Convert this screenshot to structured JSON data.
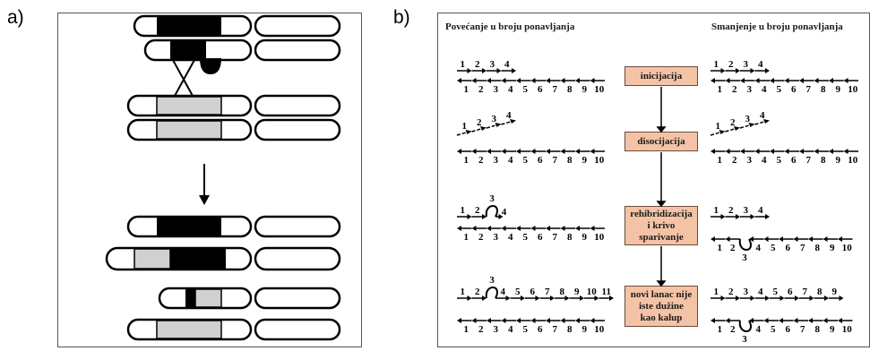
{
  "panel_a": {
    "label": "a)"
  },
  "panel_b": {
    "label": "b)",
    "left_title": "Povećanje u broju ponavljanja",
    "right_title": "Smanjenje u broju ponavljanja",
    "steps": [
      "inicijacija",
      "disocijacija",
      "rehibridizacija\ni krivo\nsparivanje",
      "novi lanac nije\niste dužine\nkao kalup"
    ],
    "template_numbers": [
      "1",
      "2",
      "3",
      "4",
      "5",
      "6",
      "7",
      "8",
      "9",
      "10"
    ],
    "left_rows": [
      {
        "top": [
          "1",
          "2",
          "3",
          "4"
        ],
        "bottom": [
          "1",
          "2",
          "3",
          "4",
          "5",
          "6",
          "7",
          "8",
          "9",
          "10"
        ]
      },
      {
        "top": [
          "1",
          "2",
          "3",
          "4"
        ],
        "bottom": [
          "1",
          "2",
          "3",
          "4",
          "5",
          "6",
          "7",
          "8",
          "9",
          "10"
        ]
      },
      {
        "top": [
          "1",
          "2",
          "3",
          "4"
        ],
        "bottom": [
          "1",
          "2",
          "3",
          "4",
          "5",
          "6",
          "7",
          "8",
          "9",
          "10"
        ]
      },
      {
        "top": [
          "1",
          "2",
          "3",
          "4",
          "5",
          "6",
          "7",
          "8",
          "9",
          "10",
          "11"
        ],
        "bottom": [
          "1",
          "2",
          "3",
          "4",
          "5",
          "6",
          "7",
          "8",
          "9",
          "10"
        ]
      }
    ],
    "right_rows": [
      {
        "top": [
          "1",
          "2",
          "3",
          "4"
        ],
        "bottom": [
          "1",
          "2",
          "3",
          "4",
          "5",
          "6",
          "7",
          "8",
          "9",
          "10"
        ]
      },
      {
        "top": [
          "1",
          "2",
          "3",
          "4"
        ],
        "bottom": [
          "1",
          "2",
          "3",
          "4",
          "5",
          "6",
          "7",
          "8",
          "9",
          "10"
        ]
      },
      {
        "top": [
          "1",
          "2",
          "3",
          "4"
        ],
        "bottom": [
          "1",
          "2",
          "3",
          "4",
          "5",
          "6",
          "7",
          "8",
          "9",
          "10"
        ]
      },
      {
        "top": [
          "1",
          "2",
          "3",
          "4",
          "5",
          "6",
          "7",
          "8",
          "9"
        ],
        "bottom": [
          "1",
          "2",
          "3",
          "4",
          "5",
          "6",
          "7",
          "8",
          "9",
          "10"
        ]
      }
    ]
  }
}
